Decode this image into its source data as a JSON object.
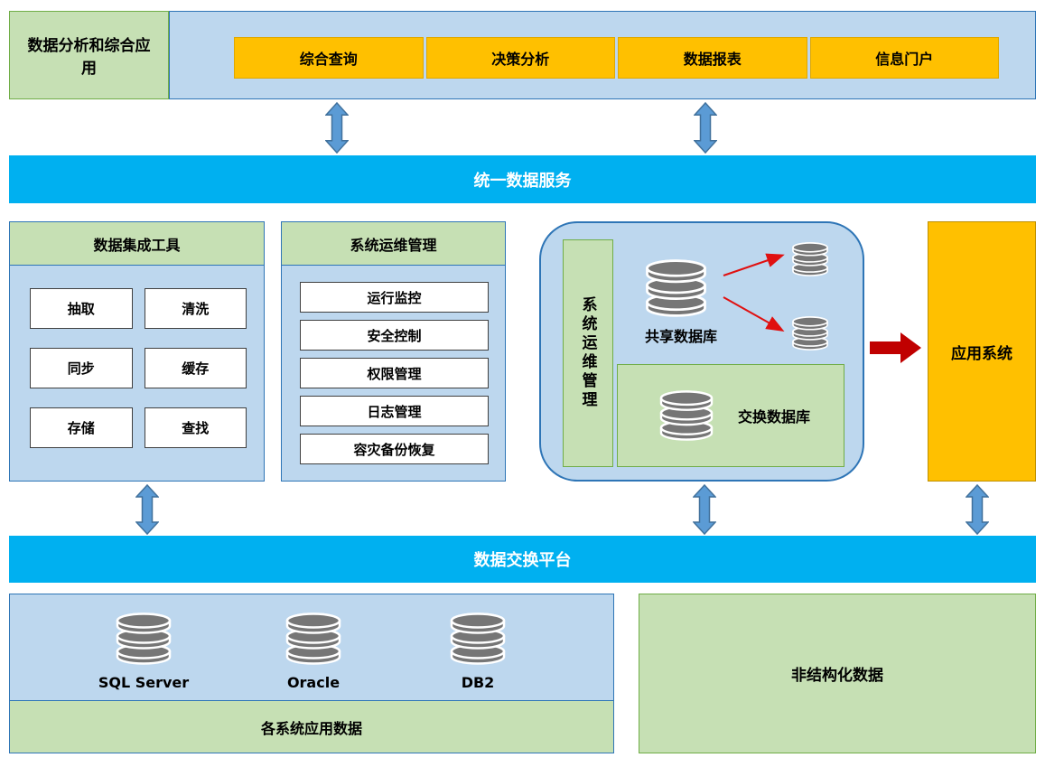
{
  "top": {
    "left_box": "数据分析和综合应用",
    "apps": [
      "综合查询",
      "决策分析",
      "数据报表",
      "信息门户"
    ]
  },
  "bars": {
    "unified": "统一数据服务",
    "exchange": "数据交换平台"
  },
  "integration": {
    "title": "数据集成工具",
    "items": [
      "抽取",
      "清洗",
      "同步",
      "缓存",
      "存储",
      "查找"
    ]
  },
  "ops": {
    "title": "系统运维管理",
    "items": [
      "运行监控",
      "安全控制",
      "权限管理",
      "日志管理",
      "容灾备份恢复"
    ]
  },
  "center": {
    "vertical_label": "系统运维管理",
    "shared_db": "共享数据库",
    "exchange_db": "交换数据库"
  },
  "app_system": {
    "label": "应用系统"
  },
  "sources": {
    "db_labels": [
      "SQL Server",
      "Oracle",
      "DB2"
    ],
    "footer": "各系统应用数据"
  },
  "unstructured": {
    "label": "非结构化数据"
  },
  "colors": {
    "green": "#C6E0B4",
    "light_blue": "#BDD7EE",
    "cyan": "#00B0F0",
    "orange": "#FFC000",
    "arrow_blue": "#5B9BD5",
    "arrow_red": "#C00000",
    "db_gray": "#767676"
  }
}
